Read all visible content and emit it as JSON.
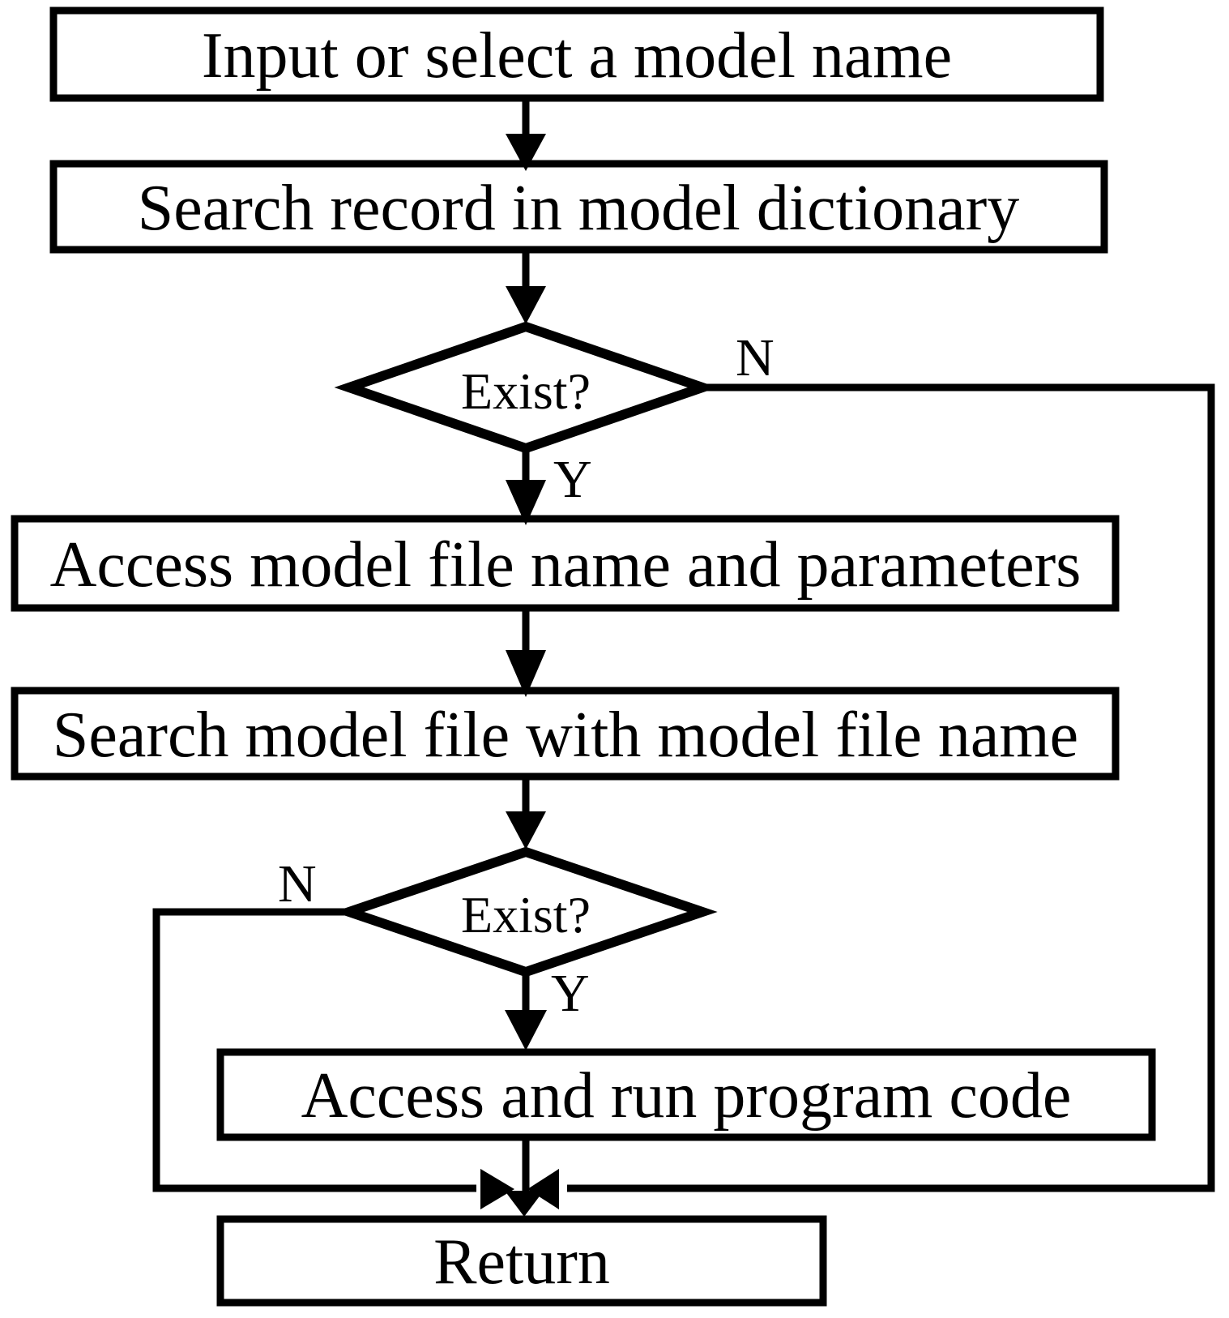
{
  "figure": {
    "type": "flowchart",
    "background_color": "#ffffff",
    "ink_color": "#000000",
    "nodes": {
      "input": {
        "shape": "rectangle",
        "label": "Input or select a model name"
      },
      "search_dictionary": {
        "shape": "rectangle",
        "label": "Search record in model dictionary"
      },
      "exist_in_dictionary": {
        "shape": "diamond",
        "label": "Exist?"
      },
      "access_params": {
        "shape": "rectangle",
        "label": "Access model file name and parameters"
      },
      "search_model_file": {
        "shape": "rectangle",
        "label": "Search model file with model file name"
      },
      "exist_model_file": {
        "shape": "diamond",
        "label": "Exist?"
      },
      "run_program": {
        "shape": "rectangle",
        "label": "Access and run program code"
      },
      "return": {
        "shape": "rectangle",
        "label": "Return"
      }
    },
    "branch_labels": {
      "dictionary_no": "N",
      "dictionary_yes": "Y",
      "file_no": "N",
      "file_yes": "Y"
    }
  }
}
